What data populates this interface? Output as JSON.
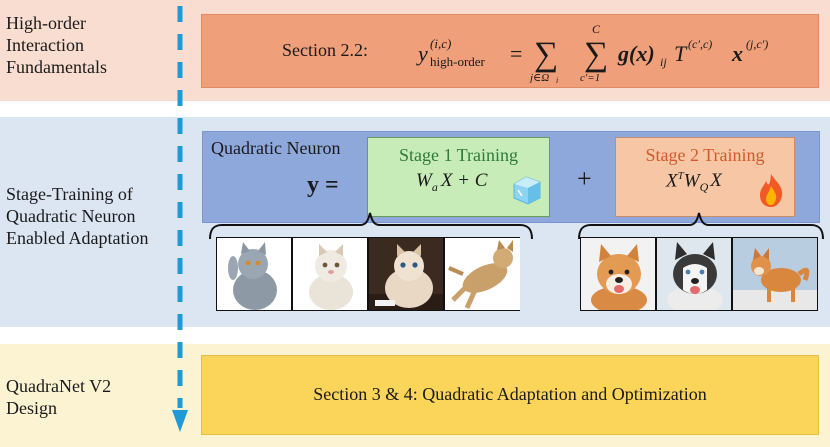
{
  "rows": [
    {
      "label": "High-order\nInteraction\nFundamentals"
    },
    {
      "label": "Stage-Training of\nQuadratic Neuron\nEnabled Adaptation"
    },
    {
      "label": "QuadraNet V2\nDesign"
    }
  ],
  "section_2_2": {
    "prefix": "Section 2.2:",
    "formula_y": "y",
    "formula_y_sup": "(i,c)",
    "formula_y_sub": "high-order",
    "sum1_sub": "j∈Ω",
    "sum1_sub_i": "i",
    "sum2_top": "C",
    "sum2_sub": "c′=1",
    "g_term": "g(x)",
    "g_sub": "ij",
    "t_term": "T",
    "t_sup": "(c′,c)",
    "x_term": "x",
    "x_sup": "(j,c′)"
  },
  "quadratic_neuron": {
    "title": "Quadratic Neuron",
    "y_eq": "y =",
    "plus": "+",
    "stage1": {
      "label": "Stage 1 Training",
      "expr": "W",
      "expr_sub": "a",
      "expr_rest": "X + C",
      "icon": "ice-cube-icon"
    },
    "stage2": {
      "label": "Stage 2 Training",
      "expr": "X",
      "expr_sup": "T",
      "expr_mid": "W",
      "expr_sub": "Q",
      "expr_rest": "X",
      "icon": "fire-icon"
    }
  },
  "photos": {
    "cats": [
      "cat-photo-1",
      "cat-photo-2",
      "cat-photo-3",
      "cat-photo-4"
    ],
    "dogs": [
      "dog-photo-1",
      "dog-photo-2",
      "dog-photo-3"
    ]
  },
  "section_3_4": {
    "text": "Section 3 & 4: Quadratic Adaptation and Optimization"
  },
  "colors": {
    "band1": "#f9ddd0",
    "band2": "#dce6f3",
    "band3": "#fcf3d2",
    "top_box": "#ef9f79",
    "neuron_box": "#8fa8dc",
    "stage1_box": "#c7ecb8",
    "stage2_box": "#f6c6a5",
    "bottom_box": "#fbd45a",
    "arrow": "#1e9bd7"
  }
}
